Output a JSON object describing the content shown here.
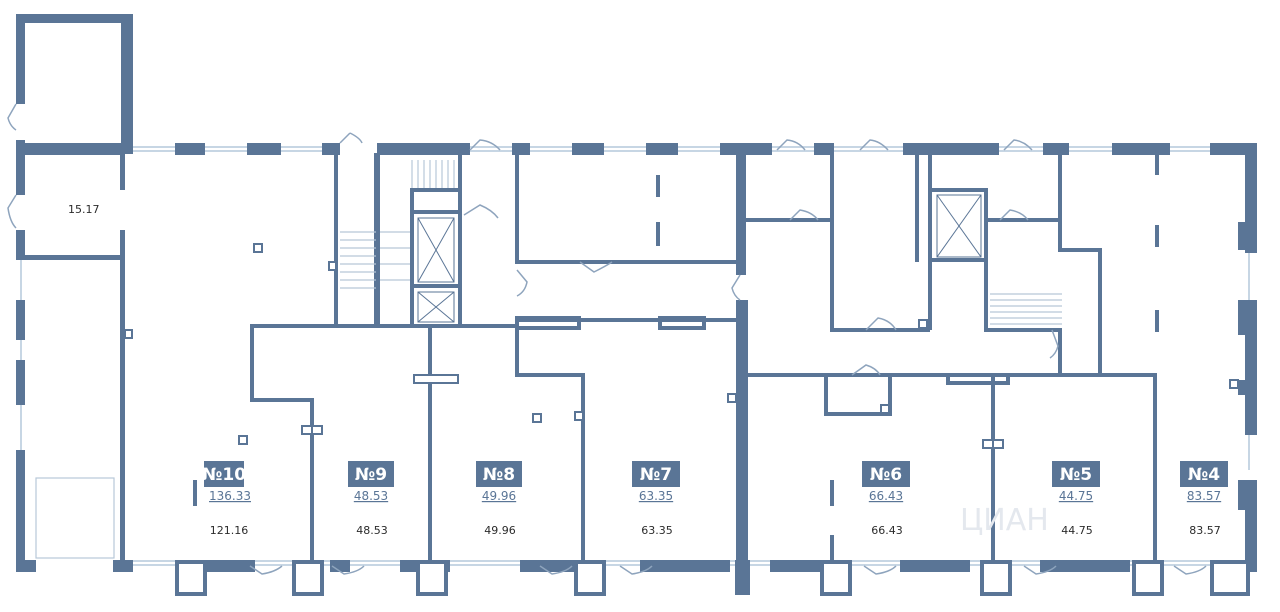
{
  "units": [
    {
      "badge": "№10",
      "price": "136.33",
      "area": "121.16"
    },
    {
      "badge": "№9",
      "price": "48.53",
      "area": "48.53"
    },
    {
      "badge": "№8",
      "price": "49.96",
      "area": "49.96"
    },
    {
      "badge": "№7",
      "price": "63.35",
      "area": "63.35"
    },
    {
      "badge": "№6",
      "price": "66.43",
      "area": "66.43"
    },
    {
      "badge": "№5",
      "price": "44.75",
      "area": "44.75"
    },
    {
      "badge": "№4",
      "price": "83.57",
      "area": "83.57"
    }
  ],
  "extra_room": {
    "area": "15.17"
  },
  "watermark": "ЦИАН",
  "colors": {
    "wall": "#5a7596",
    "badge": "#5a7596",
    "glass": "#c7d6e4"
  }
}
